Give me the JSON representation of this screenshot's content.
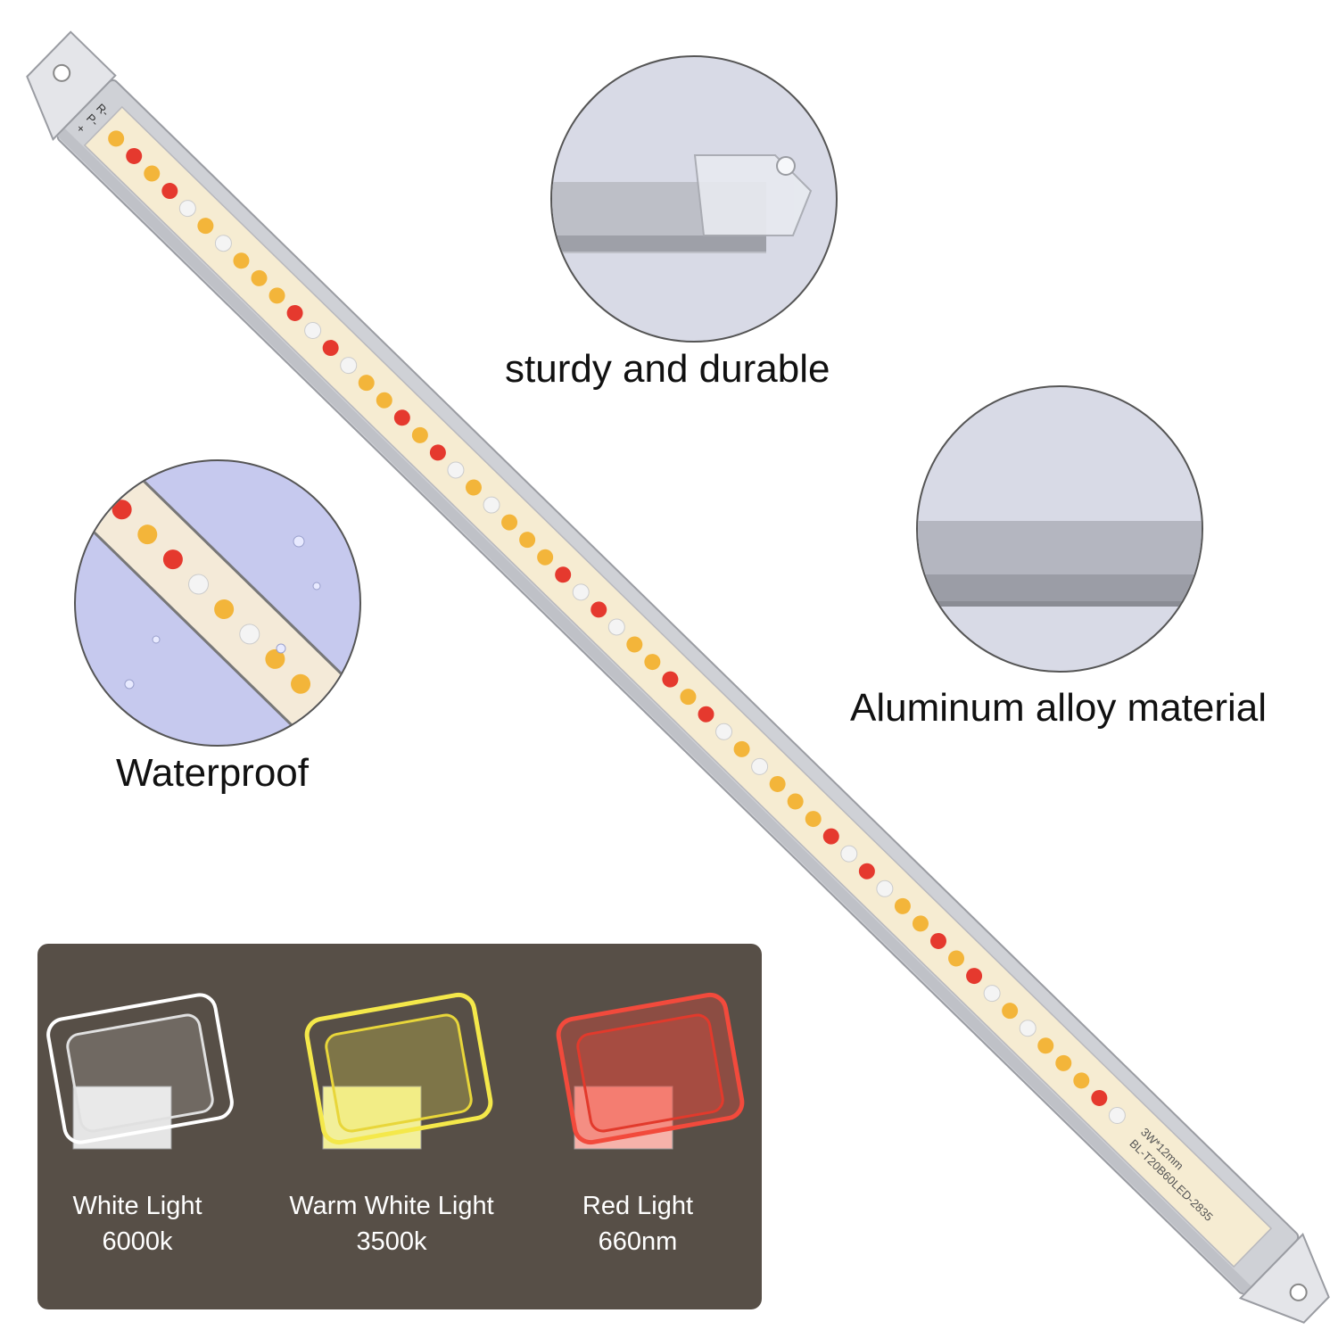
{
  "features": {
    "sturdy": "sturdy and durable",
    "aluminum": "Aluminum alloy material",
    "waterproof": "Waterproof"
  },
  "spectrum": [
    {
      "name": "White Light",
      "value": "6000k",
      "color": "#ffffff"
    },
    {
      "name": "Warm White Light",
      "value": "3500k",
      "color": "#f4e84a"
    },
    {
      "name": "Red Light",
      "value": "660nm",
      "color": "#f24a3c"
    }
  ],
  "led_bar": {
    "model_text": "BL-T20B60LED-2835",
    "size_text": "3W*12mm",
    "terminal_labels": [
      "R-",
      "P-",
      "+"
    ],
    "led_colors": {
      "warm": "#f3b53a",
      "red": "#e5392e",
      "white": "#f4f4f4"
    }
  }
}
